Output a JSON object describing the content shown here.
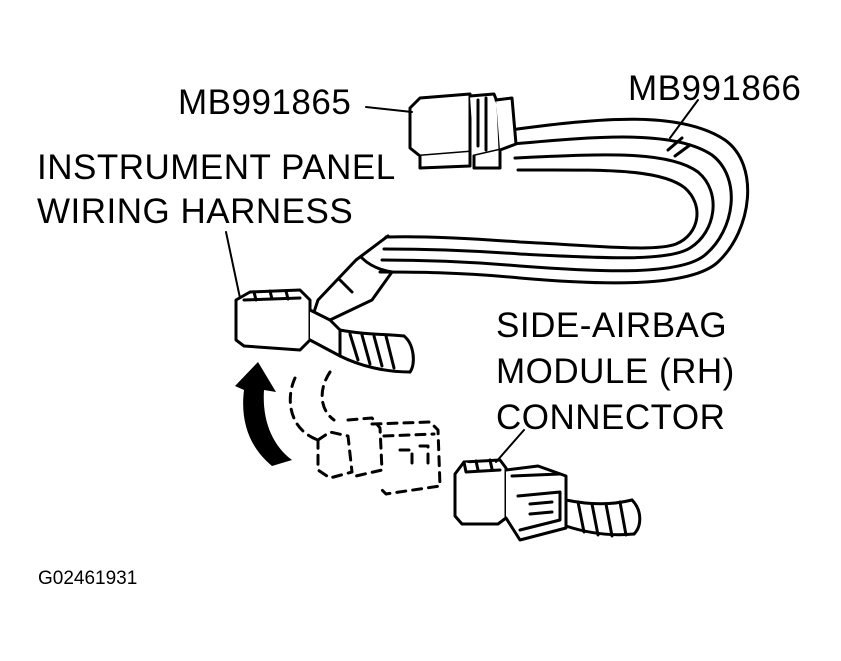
{
  "labels": {
    "mb991865": "MB991865",
    "mb991866": "MB991866",
    "harness_line1": "INSTRUMENT PANEL",
    "harness_line2": "WIRING HARNESS",
    "module_line1": "SIDE-AIRBAG",
    "module_line2": "MODULE (RH)",
    "module_line3": "CONNECTOR"
  },
  "figure_code": "G02461931"
}
